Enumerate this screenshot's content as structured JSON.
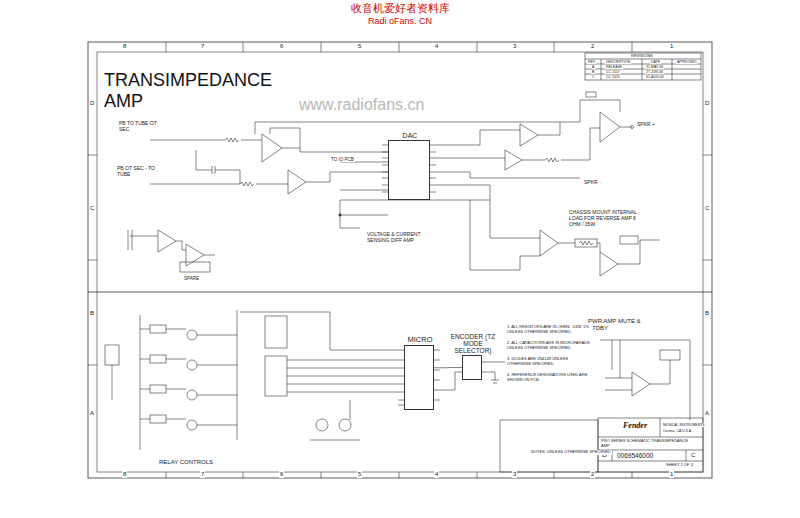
{
  "diagram": {
    "nodes": [
      {
        "text": [
          "DAC"
        ]
      },
      {
        "text": [
          "MICRO"
        ]
      },
      {
        "text": [
          "ENCODER (TZ MODE SELECTOR)"
        ]
      }
    ],
    "edges": [
      {
        "from": 1,
        "to": 2,
        "arrow": "none"
      }
    ],
    "labels": [
      "收音机爱好者资料库",
      "Radi oFans. CN",
      "www.radiofans.cn",
      "TRANSIMPEDANCE AMP",
      "PB TO TUBE OT SEC",
      "PB OT SEC - TO TUBE",
      "TO IO PCB",
      "VOLTAGE & CURRENT SENSING DIFF AMP",
      "CHASSIS MOUNT INTERNAL LOAD FOR REVERSE AMP 8 OHM / 35W",
      "SPARE",
      "SPKR +",
      "SPKR -",
      "RELAY CONTROLS",
      "PWR AMP MUTE & STDBY",
      "8",
      "7",
      "6",
      "5",
      "4",
      "3",
      "2",
      "1",
      "8",
      "7",
      "6",
      "5",
      "4",
      "3",
      "2",
      "1",
      "D",
      "C",
      "B",
      "A",
      "D",
      "C",
      "B",
      "A",
      "REVISIONS",
      "REV",
      "DESCRIPTION",
      "DATE",
      "APPROVED",
      "A",
      "RELEASE",
      "31-MAY-06",
      "B",
      "CC 1017",
      "27-JUN-06",
      "C",
      "CC 1025",
      "01-AUG-06",
      "Fender",
      "MUSICAL INSTRUMENTS",
      "Corona, CA U.S.A.",
      "PRO SERIES SCHEMATIC TRANSIMPEDANCE AMP",
      "D",
      "0069546000",
      "C",
      "SHEET 1 OF 3",
      "1. ALL RESISTORS ARE IN OHMS, 1/4W, 5% UNLESS OTHERWISE SPECIFIED.",
      "2. ALL CAPACITORS ARE IN MICROFARADS UNLESS OTHERWISE SPECIFIED.",
      "3. DIODES ARE 1N4148 UNLESS OTHERWISE SPECIFIED.",
      "4. REFERENCE DESIGNATORS USED ARE SHOWN ON PCB.",
      "NOTES: UNLESS OTHERWISE SPECIFIED"
    ]
  }
}
